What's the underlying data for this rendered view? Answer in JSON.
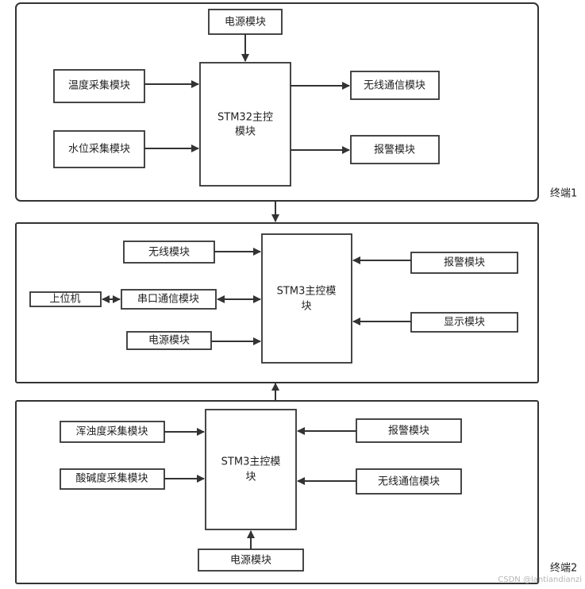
{
  "terminal1": {
    "label": "终端1",
    "controller": [
      "STM32主控",
      "模块"
    ],
    "power": "电源模块",
    "temperature": "温度采集模块",
    "water_level": "水位采集模块",
    "wireless_comm": "无线通信模块",
    "alarm": "报警模块"
  },
  "gateway": {
    "controller": [
      "STM3主控模",
      "块"
    ],
    "wireless": "无线模块",
    "serial_comm": "串口通信模块",
    "host": "上位机",
    "power": "电源模块",
    "alarm": "报警模块",
    "display": "显示模块"
  },
  "terminal2": {
    "label": "终端2",
    "controller": [
      "STM3主控模",
      "块"
    ],
    "turbidity": "浑浊度采集模块",
    "ph": "酸碱度采集模块",
    "alarm": "报警模块",
    "wireless_comm": "无线通信模块",
    "power": "电源模块"
  },
  "watermark": "CSDN @lantiandianzi"
}
